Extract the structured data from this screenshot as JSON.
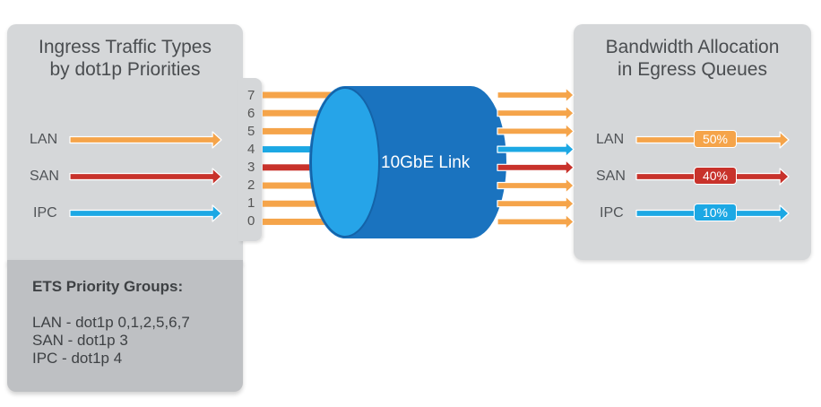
{
  "colors": {
    "lan": "#f5a44a",
    "san": "#c8322b",
    "ipc": "#1ca8e4",
    "cylinder_body": "#1a73bf",
    "cylinder_face": "#26a4e8",
    "panel": "#d5d7d9",
    "panel_dark": "#bec0c3"
  },
  "ingress": {
    "title_line1": "Ingress Traffic Types",
    "title_line2": "by dot1p Priorities",
    "rows": [
      {
        "label": "LAN",
        "type": "lan"
      },
      {
        "label": "SAN",
        "type": "san"
      },
      {
        "label": "IPC",
        "type": "ipc"
      }
    ]
  },
  "priorities": [
    {
      "value": "7",
      "type": "lan"
    },
    {
      "value": "6",
      "type": "lan"
    },
    {
      "value": "5",
      "type": "lan"
    },
    {
      "value": "4",
      "type": "ipc"
    },
    {
      "value": "3",
      "type": "san"
    },
    {
      "value": "2",
      "type": "lan"
    },
    {
      "value": "1",
      "type": "lan"
    },
    {
      "value": "0",
      "type": "lan"
    }
  ],
  "link": {
    "label": "10GbE Link"
  },
  "ets": {
    "heading": "ETS Priority Groups:",
    "lines": [
      "LAN - dot1p 0,1,2,5,6,7",
      "SAN - dot1p 3",
      "IPC - dot1p 4"
    ]
  },
  "egress": {
    "title_line1": "Bandwidth Allocation",
    "title_line2": "in Egress Queues",
    "rows": [
      {
        "label": "LAN",
        "type": "lan",
        "percent": "50%"
      },
      {
        "label": "SAN",
        "type": "san",
        "percent": "40%"
      },
      {
        "label": "IPC",
        "type": "ipc",
        "percent": "10%"
      }
    ]
  }
}
